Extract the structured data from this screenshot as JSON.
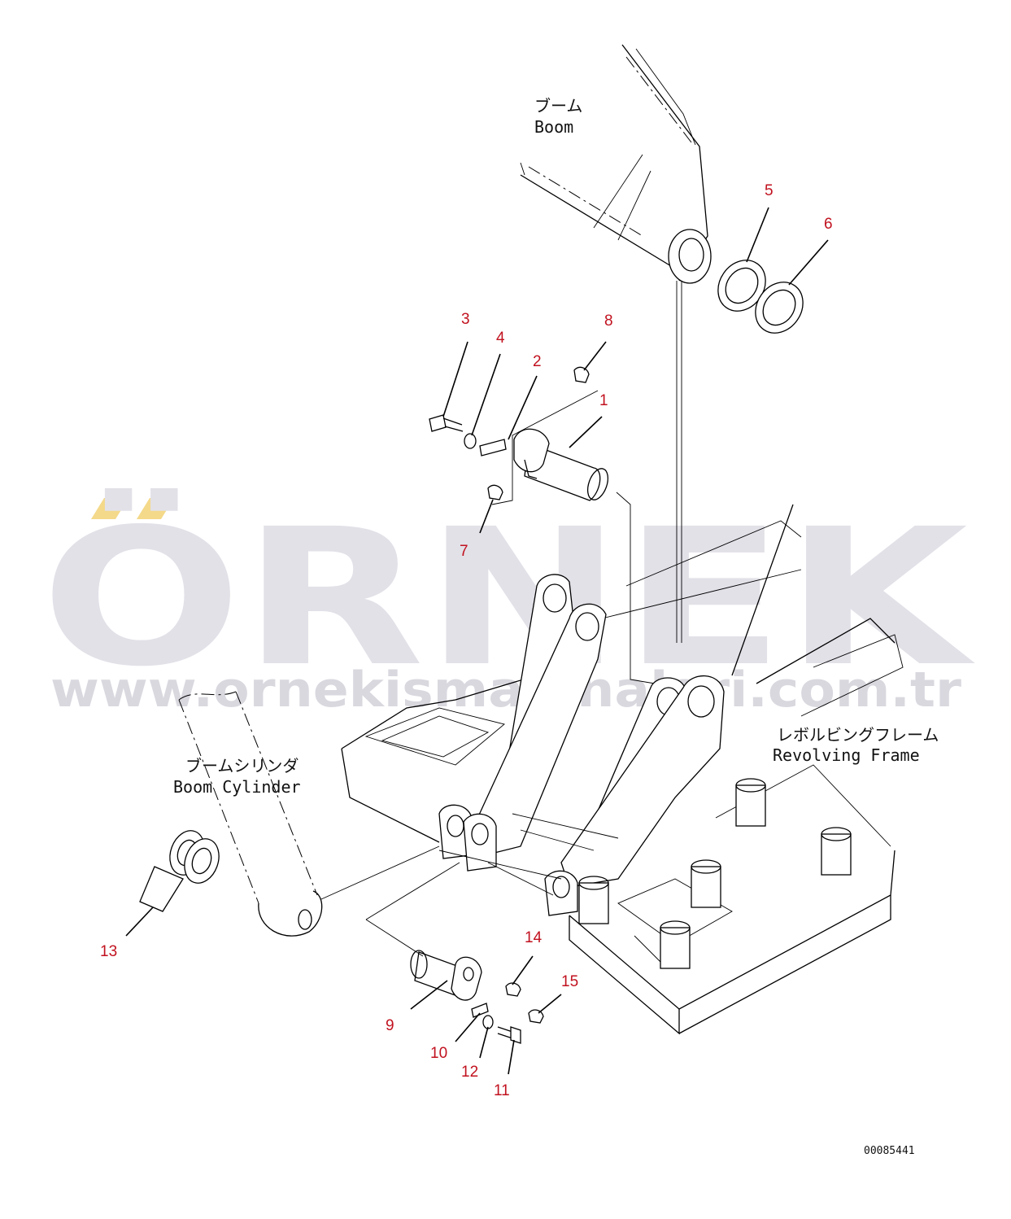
{
  "watermark": {
    "brand": "ÖRNEK",
    "url": "www.ornekismakinalari.com.tr",
    "accent_color": "#f4d98a",
    "letter_color": "#e2e1e8"
  },
  "labels": {
    "boom_jp": "ブーム",
    "boom_en": "Boom",
    "boom_cylinder_jp": "ブームシリンダ",
    "boom_cylinder_en": "Boom Cylinder",
    "revolving_frame_jp": "レボルビングフレーム",
    "revolving_frame_en": "Revolving Frame"
  },
  "drawing_number": "00085441",
  "callouts": [
    "1",
    "2",
    "3",
    "4",
    "5",
    "6",
    "7",
    "8",
    "9",
    "10",
    "11",
    "12",
    "13",
    "14",
    "15"
  ],
  "colors": {
    "callout": "#c1121f",
    "line": "#000000"
  }
}
